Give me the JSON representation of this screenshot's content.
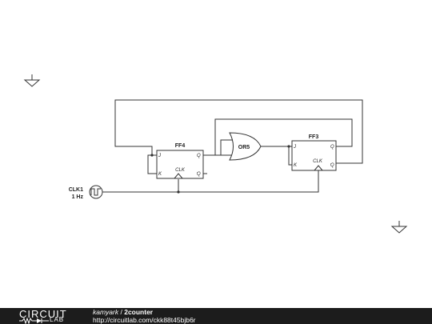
{
  "components": {
    "ff4": {
      "name": "FF4",
      "pins": {
        "j": "J",
        "k": "K",
        "q": "Q",
        "qbar": "Q",
        "clk": "CLK"
      }
    },
    "ff3": {
      "name": "FF3",
      "pins": {
        "j": "J",
        "k": "K",
        "q": "Q",
        "qbar": "Q",
        "clk": "CLK"
      }
    },
    "or5": {
      "name": "OR5"
    },
    "clk1": {
      "name": "CLK1",
      "frequency": "1 Hz"
    }
  },
  "footer": {
    "logo_top": "CIRCUIT",
    "logo_bottom": "LAB",
    "author": "kamyark",
    "separator": " / ",
    "title": "2counter",
    "url": "http://circuitlab.com/ckk88t45bjb6r"
  }
}
